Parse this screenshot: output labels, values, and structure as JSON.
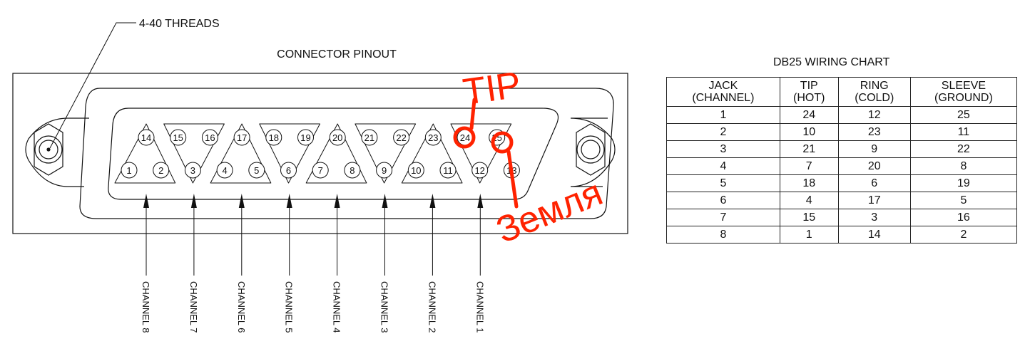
{
  "callout": {
    "threads": "4-40 THREADS"
  },
  "connector": {
    "title": "CONNECTOR PINOUT",
    "top_row": [
      "14",
      "15",
      "16",
      "17",
      "18",
      "19",
      "20",
      "21",
      "22",
      "23",
      "24",
      "25"
    ],
    "bottom_row": [
      "1",
      "2",
      "3",
      "4",
      "5",
      "6",
      "7",
      "8",
      "9",
      "10",
      "11",
      "12",
      "13"
    ],
    "channels": [
      "CHANNEL 8",
      "CHANNEL 7",
      "CHANNEL 6",
      "CHANNEL 5",
      "CHANNEL 4",
      "CHANNEL 3",
      "CHANNEL 2",
      "CHANNEL 1"
    ]
  },
  "annotations": {
    "tip": "TIP",
    "ground": "Земля",
    "color": "#ff2200"
  },
  "wiring_chart": {
    "title": "DB25 WIRING CHART",
    "headers": [
      [
        "JACK",
        "(CHANNEL)"
      ],
      [
        "TIP",
        "(HOT)"
      ],
      [
        "RING",
        "(COLD)"
      ],
      [
        "SLEEVE",
        "(GROUND)"
      ]
    ],
    "rows": [
      [
        "1",
        "24",
        "12",
        "25"
      ],
      [
        "2",
        "10",
        "23",
        "11"
      ],
      [
        "3",
        "21",
        "9",
        "22"
      ],
      [
        "4",
        "7",
        "20",
        "8"
      ],
      [
        "5",
        "18",
        "6",
        "19"
      ],
      [
        "6",
        "4",
        "17",
        "5"
      ],
      [
        "7",
        "15",
        "3",
        "16"
      ],
      [
        "8",
        "1",
        "14",
        "2"
      ]
    ]
  }
}
